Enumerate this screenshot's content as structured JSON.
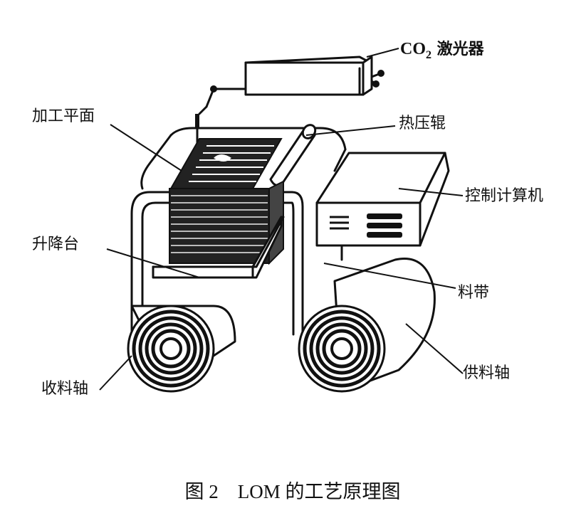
{
  "labels": {
    "laser_prefix": "CO",
    "laser_subscript": "2",
    "laser_suffix": " 激光器",
    "work_plane": "加工平面",
    "hot_roller": "热压辊",
    "control_computer": "控制计算机",
    "lift_table": "升降台",
    "material_strip": "料带",
    "take_up_shaft": "收料轴",
    "supply_shaft": "供料轴"
  },
  "caption": "图 2　LOM 的工艺原理图"
}
